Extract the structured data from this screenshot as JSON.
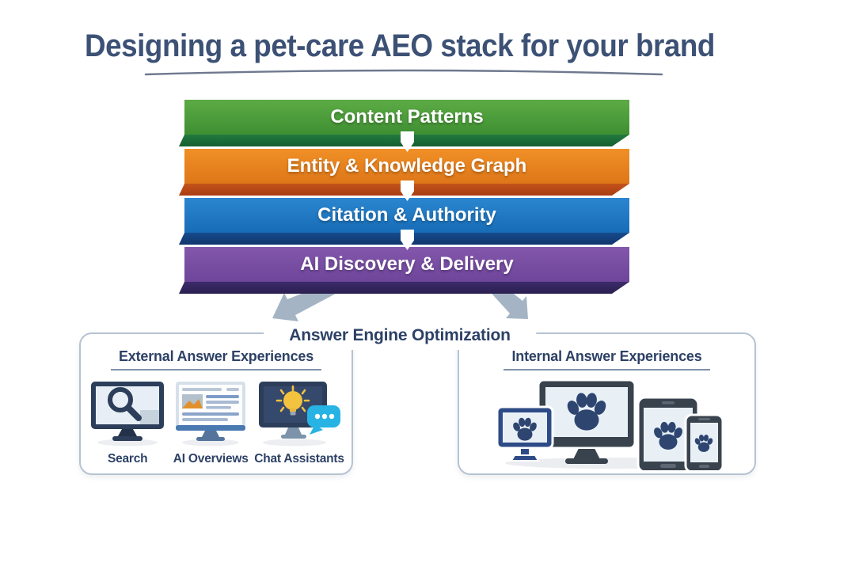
{
  "title": "Designing a pet-care AEO stack for your brand",
  "stack": {
    "bars": [
      {
        "label": "Content Patterns",
        "color": "#4f9e3b",
        "fold_color": "#1c6e39"
      },
      {
        "label": "Entity & Knowledge Graph",
        "color": "#e8821f",
        "fold_color": "#b34715"
      },
      {
        "label": "Citation & Authority",
        "color": "#2176c1",
        "fold_color": "#123a72"
      },
      {
        "label": "AI Discovery & Delivery",
        "color": "#7a4fa3",
        "fold_color": "#2f2357"
      }
    ],
    "connector_arrow_color": "#ffffff"
  },
  "aeo_label": "Answer Engine Optimization",
  "external": {
    "heading": "External Answer Experiences",
    "items": [
      {
        "label": "Search",
        "icon": "search-monitor-icon"
      },
      {
        "label": "AI Overviews",
        "icon": "ai-overviews-monitor-icon"
      },
      {
        "label": "Chat Assistants",
        "icon": "chat-assistants-monitor-icon"
      }
    ]
  },
  "internal": {
    "heading": "Internal Answer Experiences",
    "devices": [
      "desktop-monitor-paw",
      "compact-monitor-paw",
      "tablet-paw",
      "smartphone-paw"
    ]
  },
  "palette": {
    "title_text": "#3c5175",
    "bar_text": "#ffffff",
    "diverge_arrow": "#a5b4c4",
    "box_border": "#b6c3d3",
    "heading_text": "#2d4166",
    "bulb_yellow": "#f3c23f",
    "chat_bubble_cyan": "#27b3e3",
    "paw_navy": "#2e4570",
    "monitor_navy": "#2c3e5a",
    "device_slate": "#39434e",
    "compact_monitor_blue": "#2d4b86"
  }
}
